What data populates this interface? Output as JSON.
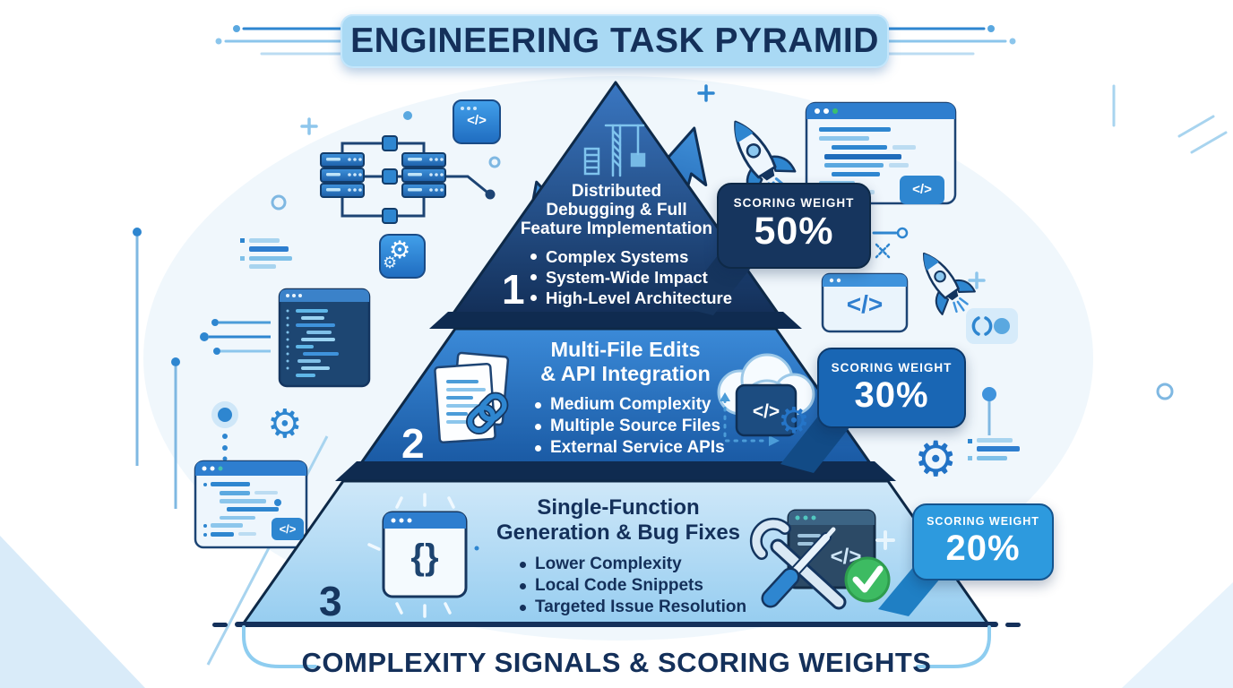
{
  "title": "ENGINEERING TASK PYRAMID",
  "footer": "COMPLEXITY SIGNALS & SCORING WEIGHTS",
  "tiers": [
    {
      "level": "1",
      "title_lines": [
        "Distributed",
        "Debugging & Full",
        "Feature Implementation"
      ],
      "bullets": [
        "Complex Systems",
        "System-Wide Impact",
        "High-Level Architecture"
      ],
      "weight_label": "SCORING WEIGHT",
      "weight": "50%"
    },
    {
      "level": "2",
      "title_lines": [
        "Multi-File Edits",
        "& API Integration"
      ],
      "bullets": [
        "Medium Complexity",
        "Multiple Source Files",
        "External Service APIs"
      ],
      "weight_label": "SCORING WEIGHT",
      "weight": "30%"
    },
    {
      "level": "3",
      "title_lines": [
        "Single-Function",
        "Generation & Bug Fixes"
      ],
      "bullets": [
        "Lower Complexity",
        "Local Code Snippets",
        "Targeted Issue Resolution"
      ],
      "weight_label": "SCORING WEIGHT",
      "weight": "20%"
    }
  ],
  "icons": {
    "code_glyph": "</>",
    "braces_glyph": "{}",
    "gear_glyph": "⚙"
  },
  "colors": {
    "tier1": "#1b3f72",
    "tier2": "#1f6cbb",
    "tier3": "#a9d6f2",
    "badge_50": "#16355e",
    "badge_30": "#1966b4",
    "badge_20": "#2d9ade",
    "accent_blue": "#2e86d0",
    "navy": "#14305a",
    "banner_bg": "#a9d9f4",
    "check_green": "#3dbb62"
  }
}
